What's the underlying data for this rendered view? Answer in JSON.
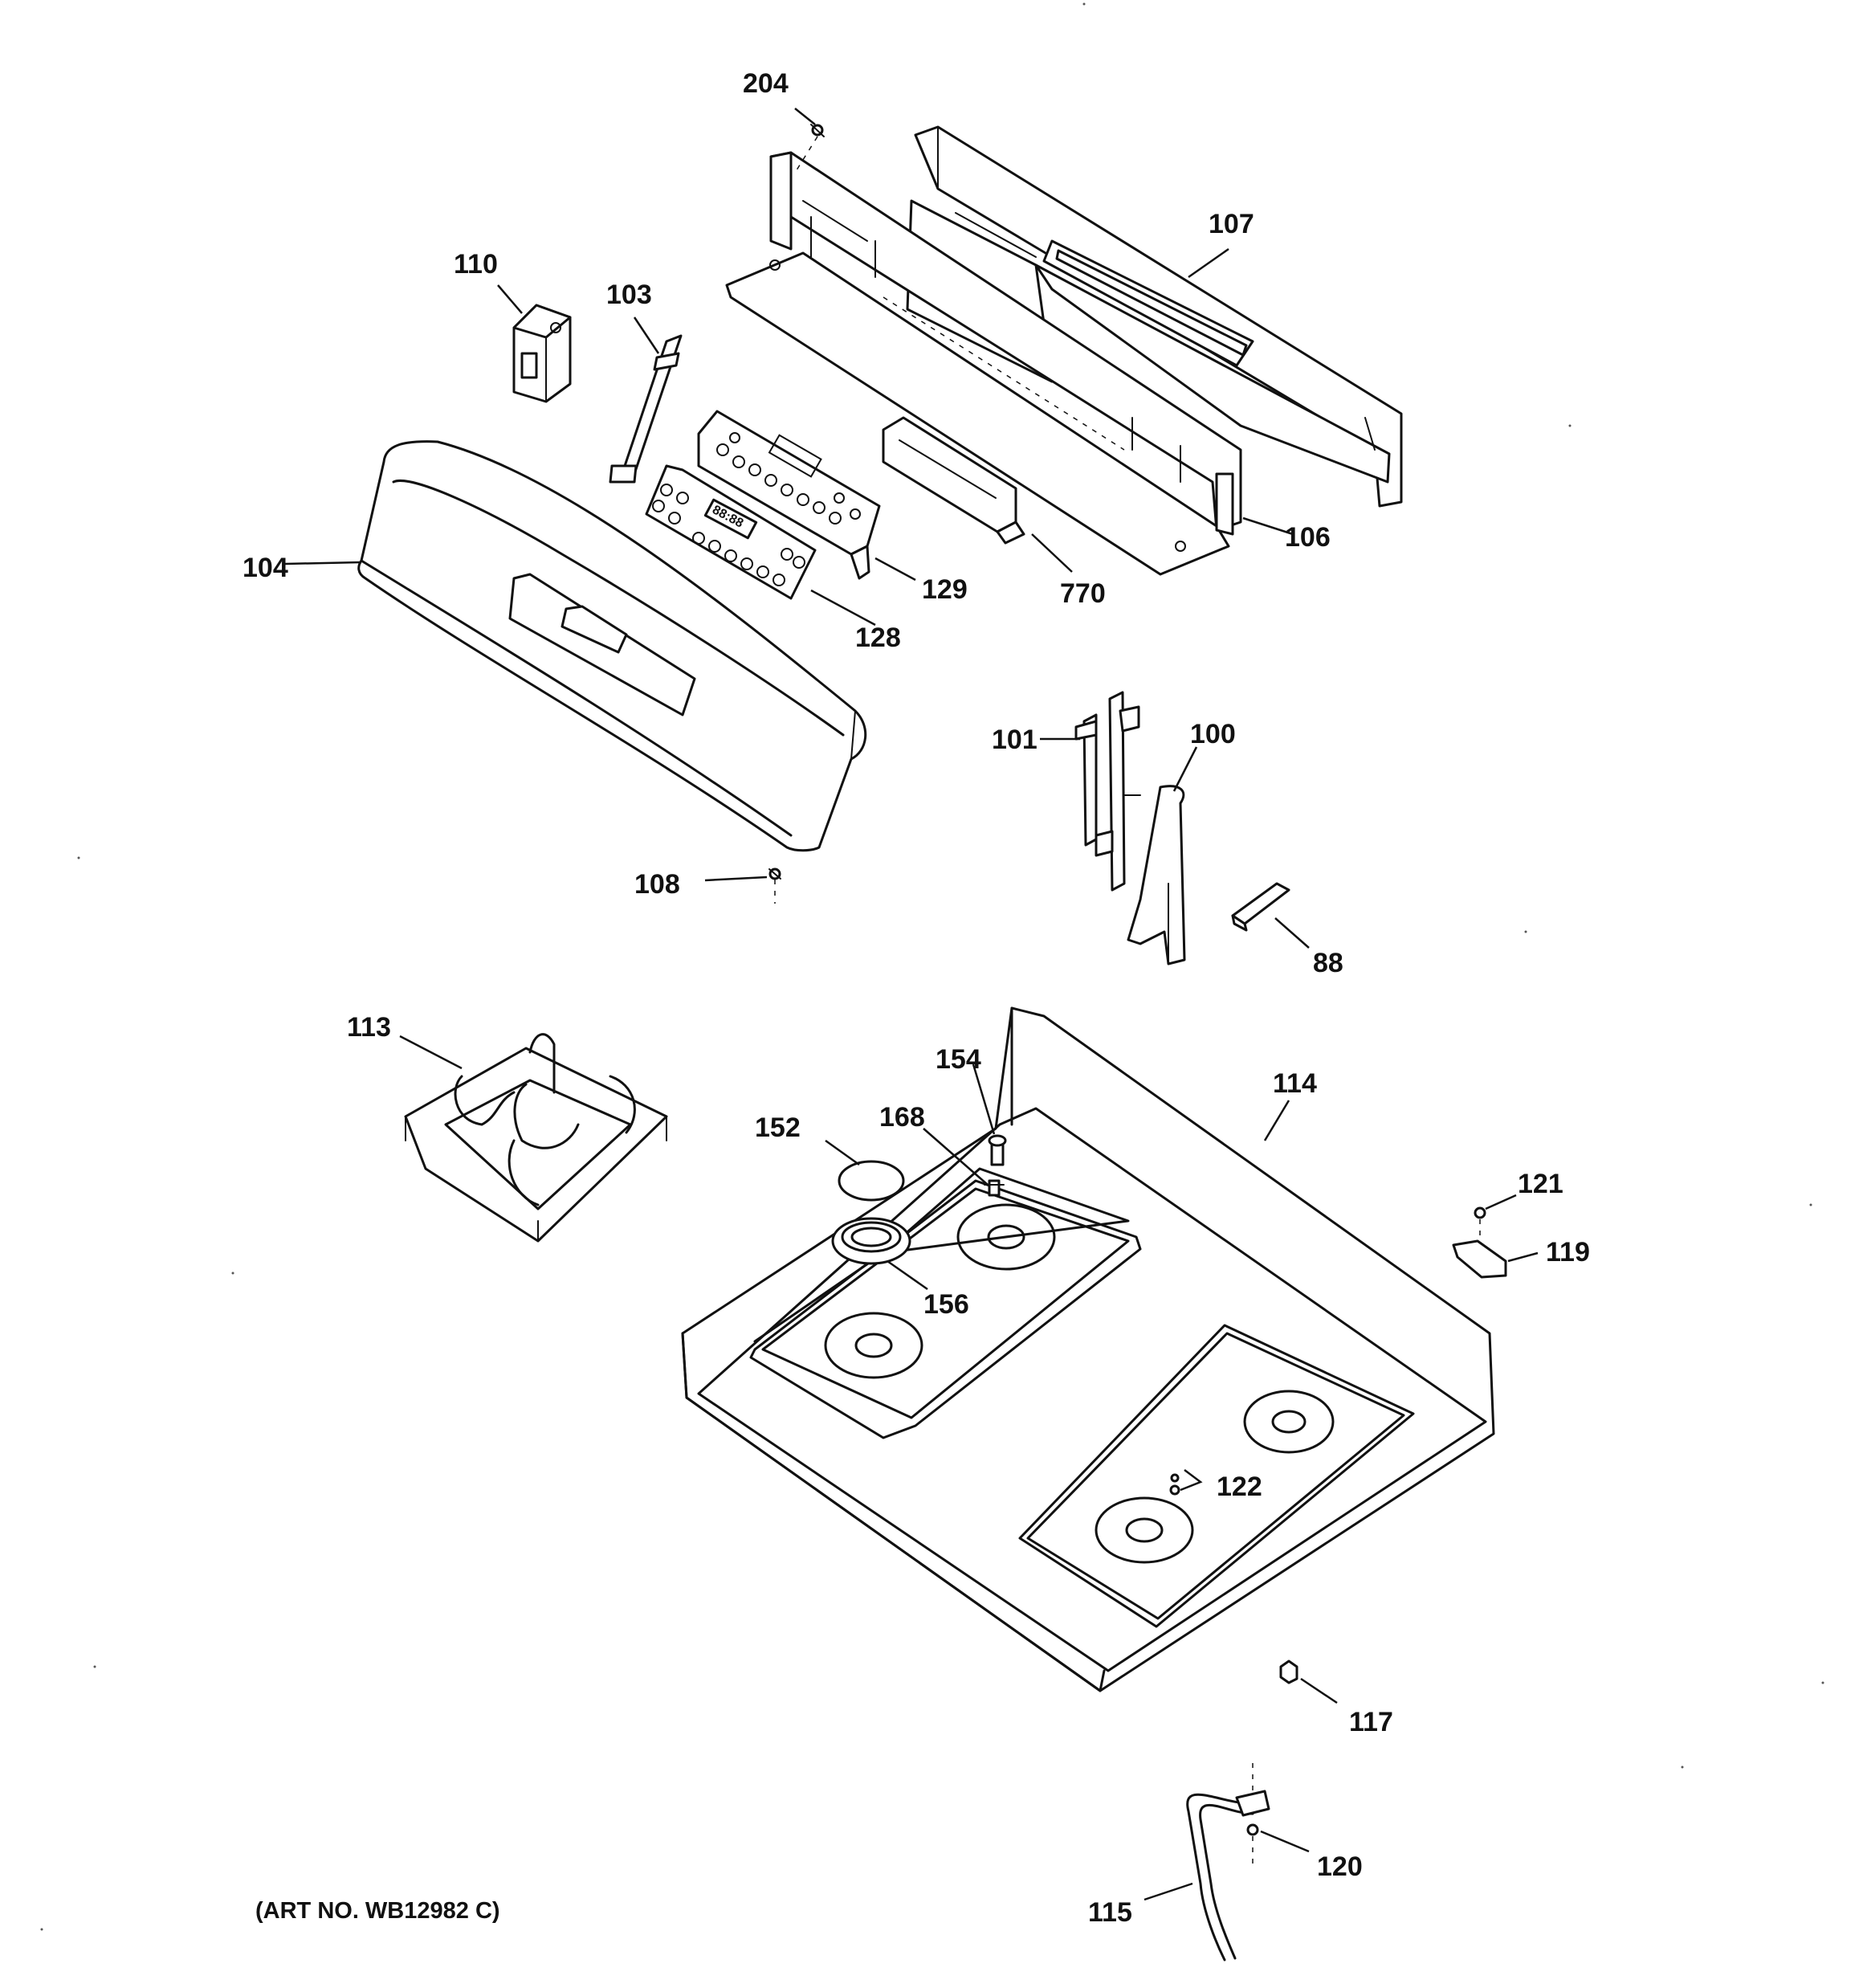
{
  "callouts": {
    "p204": "204",
    "p107": "107",
    "p110": "110",
    "p103": "103",
    "p104": "104",
    "p129": "129",
    "p128": "128",
    "p770": "770",
    "p106": "106",
    "p101": "101",
    "p100": "100",
    "p108": "108",
    "p88": "88",
    "p113": "113",
    "p154": "154",
    "p114": "114",
    "p152": "152",
    "p168": "168",
    "p121": "121",
    "p119": "119",
    "p156": "156",
    "p122": "122",
    "p117": "117",
    "p120": "120",
    "p115": "115"
  },
  "art_number": "(ART NO. WB12982 C)",
  "display_digits": "88:88",
  "colors": {
    "line": "#111111",
    "background": "#ffffff"
  }
}
